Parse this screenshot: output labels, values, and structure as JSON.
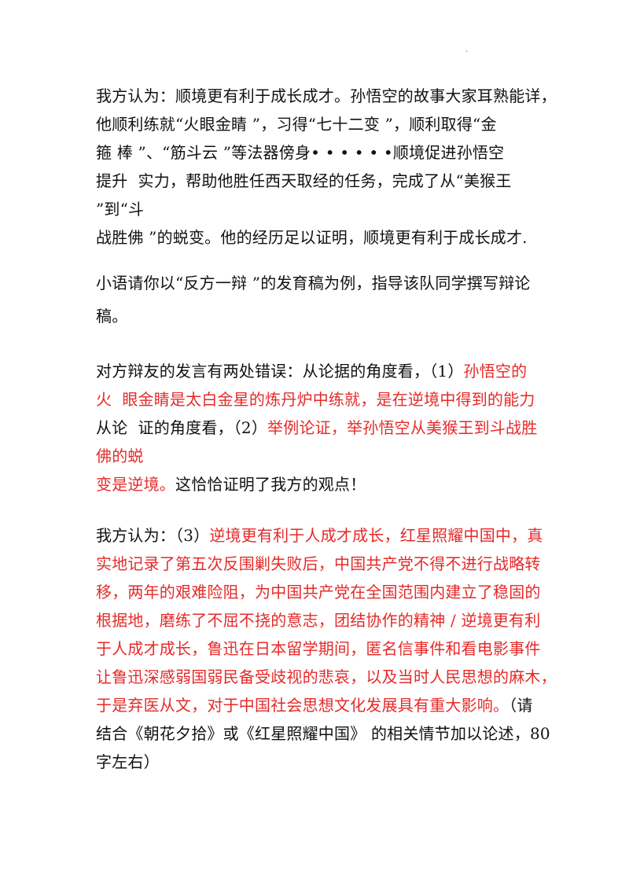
{
  "page": {
    "corner_mark": ".",
    "colors": {
      "text": "#111111",
      "highlight": "#e52a2a"
    },
    "paragraphs": [
      {
        "lines": [
          [
            {
              "t": "我方认为：顺境更有利于成长成才。孙悟空的故事大家耳熟能详，",
              "red": false
            }
          ],
          [
            {
              "t": "他顺利练就“火眼金睛 ”，习得“七十二变 ”，顺利取得“金",
              "red": false
            }
          ],
          [
            {
              "t": "箍 棒 ”、“筋斗云 ”等法器傍身• • • • • •顺境促进孙悟空",
              "red": false
            }
          ],
          [
            {
              "t": "提升  实力，帮助他胜任西天取经的任务，完成了从“美猴王",
              "red": false
            }
          ],
          [
            {
              "t": "”到“斗",
              "red": false
            }
          ],
          [
            {
              "t": "战胜佛 ”的蜕变。他的经历足以证明，顺境更有利于成长成才.",
              "red": false
            }
          ]
        ]
      },
      {
        "lines": [
          [
            {
              "t": "小语请你以“反方一辩 ”的发育稿为例，指导该队同学撰写辩论",
              "red": false
            }
          ],
          [
            {
              "t": "稿。",
              "red": false
            }
          ]
        ]
      },
      {
        "lines": [
          [
            {
              "t": "对方辩友的发言有两处错误：从论据的角度看，（1）",
              "red": false
            },
            {
              "t": "孙悟空的",
              "red": true
            }
          ],
          [
            {
              "t": "火  眼金睛是太白金星的炼丹炉中练就，是在逆境中得到的能力",
              "red": true
            }
          ],
          [
            {
              "t": "从论  证的角度看，（2）",
              "red": false
            },
            {
              "t": "举例论证，举孙悟空从美猴王到斗战胜",
              "red": true
            }
          ],
          [
            {
              "t": "佛的蜕",
              "red": true
            }
          ],
          [
            {
              "t": "变是逆境。",
              "red": true
            },
            {
              "t": "这恰恰证明了我方的观点！",
              "red": false
            }
          ]
        ]
      },
      {
        "lines": [
          [
            {
              "t": "我方认为：（3）",
              "red": false
            },
            {
              "t": "逆境更有利于人成才成长，红星照耀中国中，真",
              "red": true
            }
          ],
          [
            {
              "t": "实地记录了第五次反围剿失败后，中国共产党不得不进行战略转",
              "red": true
            }
          ],
          [
            {
              "t": "移，两年的艰难险阻，为中国共产党在全国范围内建立了稳固的",
              "red": true
            }
          ],
          [
            {
              "t": "根据地，磨练了不屈不挠的意志，团结协作的精神 / 逆境更有利",
              "red": true
            }
          ],
          [
            {
              "t": "于人成才成长，鲁迅在日本留学期间，匿名信事件和看电影事件",
              "red": true
            }
          ],
          [
            {
              "t": "让鲁迅深感弱国弱民备受歧视的悲哀，以及当时人民思想的麻木，",
              "red": true
            }
          ],
          [
            {
              "t": "于是弃医从文，对于中国社会思想文化发展具有重大影响。",
              "red": true
            },
            {
              "t": "（请",
              "red": false
            }
          ],
          [
            {
              "t": "结合《朝花夕拾》或《红星照耀中国》 的相关情节加以论述，80",
              "red": false
            }
          ],
          [
            {
              "t": "字左右）",
              "red": false
            }
          ]
        ]
      }
    ]
  }
}
